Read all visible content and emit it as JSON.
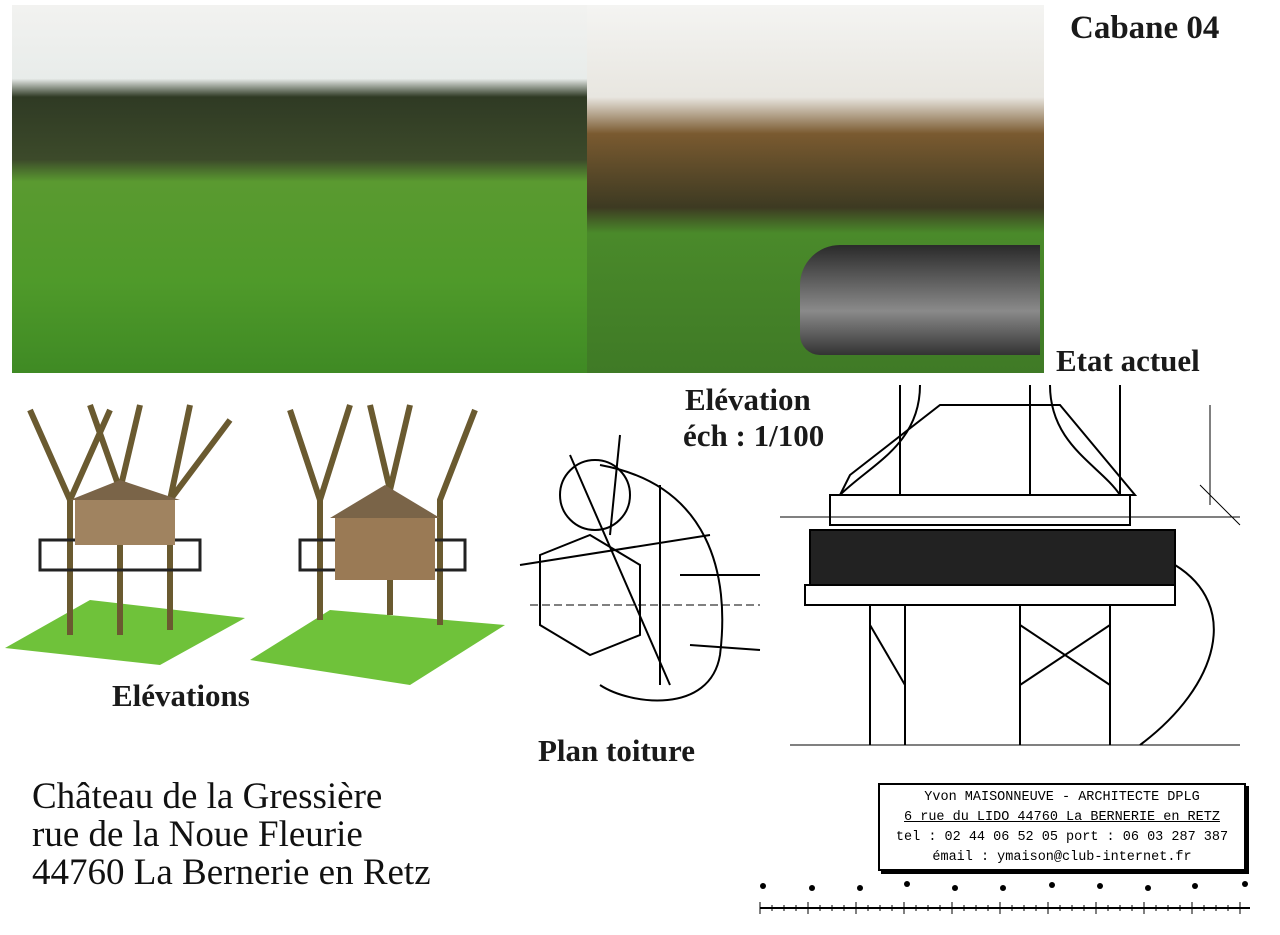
{
  "title": "Cabane 04",
  "photos": {
    "caption": "Etat actuel"
  },
  "renders": {
    "caption": "Elévations"
  },
  "roof_plan": {
    "caption": "Plan toiture"
  },
  "elevation": {
    "title": "Elévation",
    "scale": "éch : 1/100"
  },
  "address": {
    "line1": "Château de la Gressière",
    "line2": "rue de la Noue Fleurie",
    "line3": "44760 La Bernerie en Retz"
  },
  "architect": {
    "name": "Yvon MAISONNEUVE - ARCHITECTE DPLG",
    "address": "6 rue du LIDO 44760 La BERNERIE en RETZ",
    "phone": "tel : 02 44 06 52 05 port : 06 03 287 387",
    "email": "émail : ymaison@club-internet.fr"
  }
}
